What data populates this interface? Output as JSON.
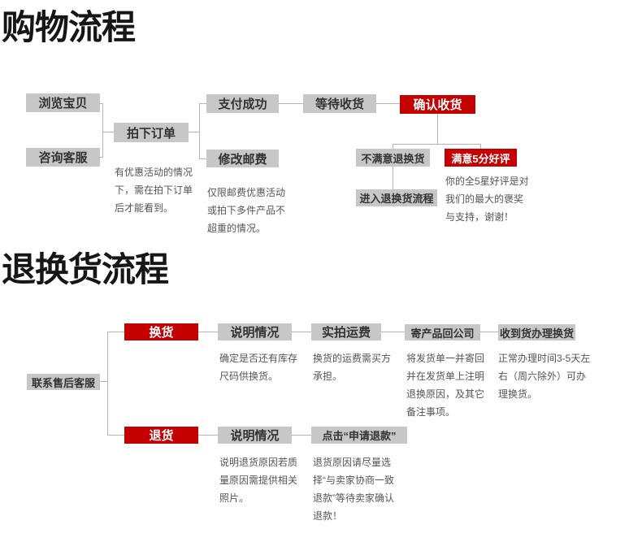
{
  "colors": {
    "box_gray": "#c7c7c7",
    "box_red": "#c40000",
    "box_text": "#333333",
    "note_text": "#555555",
    "line": "#b5b5b5",
    "title_text": "#161616"
  },
  "shopping_flow": {
    "title": "购物流程",
    "nodes": {
      "browse": "浏览宝贝",
      "consult": "咨询客服",
      "place_order": "拍下订单",
      "pay_success": "支付成功",
      "modify_postage": "修改邮费",
      "wait_receipt": "等待收货",
      "confirm_receipt": "确认收货",
      "unsatisfied_return": "不满意退换货",
      "satisfied_praise": "满意5分好评",
      "enter_return_flow": "进入退换货流程"
    },
    "notes": {
      "place_order": "有优惠活动的情况下，需在拍下订单后才能看到。",
      "modify_postage": "仅限邮费优惠活动或拍下多件产品不超重的情况。",
      "satisfied": "你的全5星好评是对我们的最大的褒奖与支持，谢谢！"
    }
  },
  "return_flow": {
    "title": "退换货流程",
    "nodes": {
      "contact_service": "联系售后客服",
      "exchange": "换货",
      "refund": "退货",
      "explain_exchange": "说明情况",
      "shipping_fee": "实拍运费",
      "send_back": "寄产品回公司",
      "process_exchange": "收到货办理换货",
      "explain_refund": "说明情况",
      "apply_refund": "点击“申请退款”"
    },
    "notes": {
      "explain_exchange": "确定是否还有库存尺码供换货。",
      "shipping_fee": "换货的运费需买方承担。",
      "send_back": "将发货单一并寄回并在发货单上注明退换原因，及其它备注事项。",
      "process_exchange": "正常办理时间3-5天左右（周六除外）可办理换货。",
      "explain_refund": "说明退货原因若质量原因需提供相关照片。",
      "apply_refund": "退货原因请尽量选择“与卖家协商一致退款”等待卖家确认退款！"
    }
  }
}
